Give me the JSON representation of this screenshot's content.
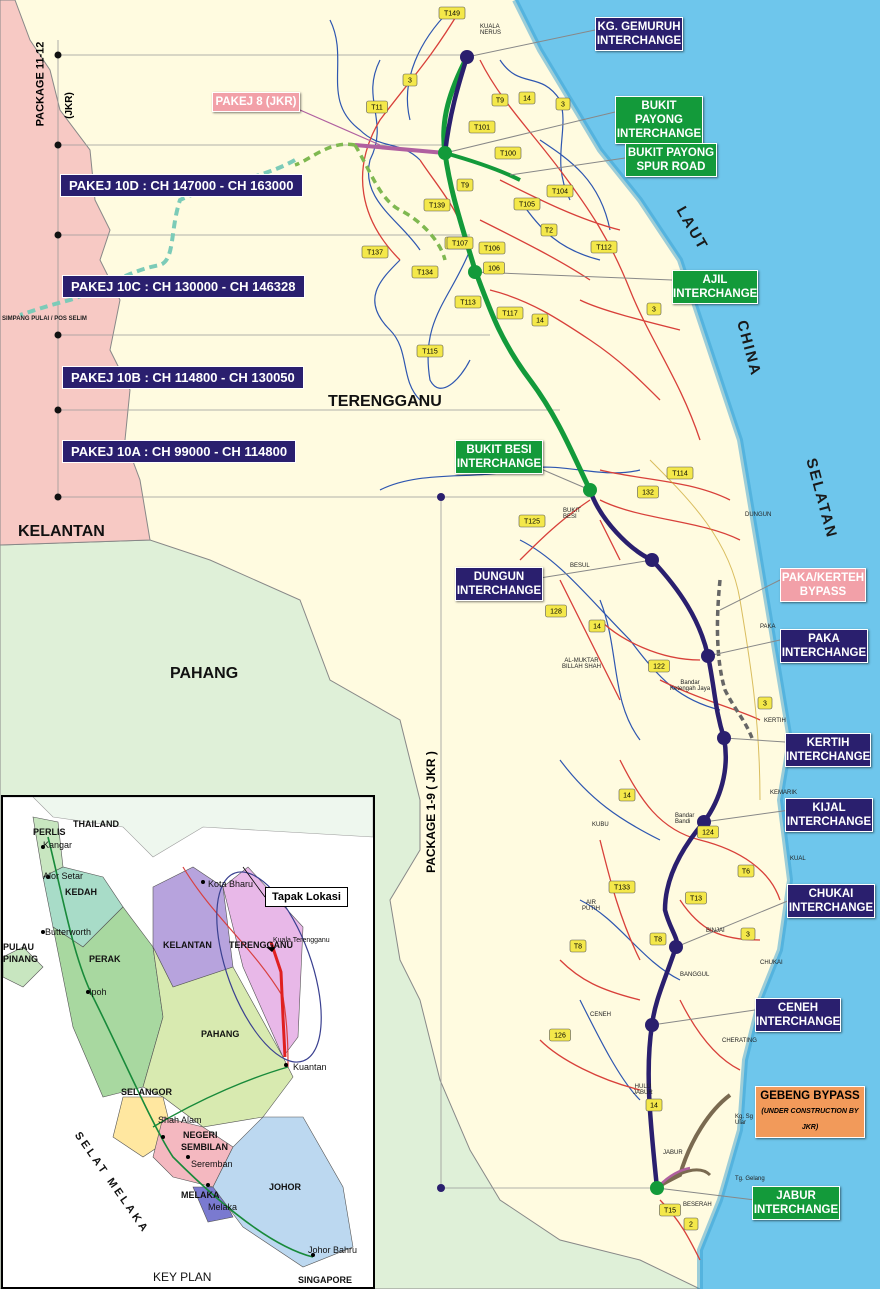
{
  "regions": {
    "kelantan": "KELANTAN",
    "pahang": "PAHANG",
    "terengganu": "TERENGGANU"
  },
  "sea": {
    "laut": "LAUT",
    "china": "CHINA",
    "selatan": "SELATAN"
  },
  "packages": {
    "p10d": "PAKEJ 10D : CH 147000 - CH 163000",
    "p10c": "PAKEJ 10C : CH 130000 - CH 146328",
    "p10b": "PAKEJ 10B : CH 114800 - CH 130050",
    "p10a": "PAKEJ 10A : CH 99000 - CH 114800",
    "package_11_12": "PACKAGE 11-12",
    "jkr_vertical": "(JKR)",
    "package_1_9": "PACKAGE 1-9 ( JKR )",
    "pakej8": "PAKEJ 8 (JKR)"
  },
  "interchanges": {
    "gemuruh": "KG. GEMURUH\nINTERCHANGE",
    "payong": "BUKIT PAYONG\nINTERCHANGE",
    "payong_spur": "BUKIT PAYONG\nSPUR ROAD",
    "ajil": "AJIL\nINTERCHANGE",
    "besi": "BUKIT BESI\nINTERCHANGE",
    "dungun": "DUNGUN\nINTERCHANGE",
    "paka_bypass": "PAKA/KERTEH\nBYPASS",
    "paka": "PAKA\nINTERCHANGE",
    "kertih": "KERTIH\nINTERCHANGE",
    "kijal": "KIJAL\nINTERCHANGE",
    "chukai": "CHUKAI\nINTERCHANGE",
    "ceneh": "CENEH\nINTERCHANGE",
    "gebeng": "GEBENG BYPASS",
    "gebeng_note": "(UNDER CONSTRUCTION BY JKR)",
    "jabur": "JABUR\nINTERCHANGE"
  },
  "places": {
    "simpang": "SIMPANG PULAI / POS SELIM",
    "kuala_nerus": "KUALA\nNERUS",
    "bukit_besi": "BUKIT\nBESI",
    "dungun": "DUNGUN",
    "besul": "BESUL",
    "paka": "PAKA",
    "almuktar": "AL-MUKTAR\nBILLAH SHAH",
    "ketengah": "Bandar\nKetengah Jaya",
    "kertih": "KERTIH",
    "kemarik": "KEMARIK",
    "kijal_town": "Bandar\nBandi",
    "kubu": "KUBU",
    "kual": "KUAL",
    "air_putih": "AIR\nPUTIH",
    "binjai": "BINJAI",
    "chukai_town": "CHUKAI",
    "banggul": "BANGGUL",
    "ceneh": "CENEH",
    "cherating": "CHERATING",
    "hulu_jabur": "HULU\nJABUR",
    "jabur": "JABUR",
    "sg_ular": "Kg. Sg\nUlar",
    "tg_gelang": "Tg. Gelang",
    "beserah": "BESERAH"
  },
  "roads": [
    "T149",
    "3",
    "T11",
    "T9",
    "14",
    "3",
    "T101",
    "T100",
    "T9",
    "T104",
    "T105",
    "T139",
    "T107",
    "T2",
    "T112",
    "T137",
    "T107",
    "T106",
    "T134",
    "106",
    "T113",
    "T117",
    "14",
    "3",
    "T115",
    "T114",
    "132",
    "T125",
    "128",
    "14",
    "122",
    "3",
    "14",
    "124",
    "T6",
    "T133",
    "T13",
    "T8",
    "T8",
    "3",
    "126",
    "14",
    "T15",
    "2"
  ],
  "keyplan": {
    "title": "KEY PLAN",
    "tapak": "Tapak Lokasi",
    "thailand": "THAILAND",
    "perlis": "PERLIS",
    "kangar": "Kangar",
    "alor_setar": "Alor Setar",
    "kedah": "KEDAH",
    "pulau": "PULAU",
    "pinang": "PINANG",
    "butterworth": "Butterworth",
    "perak": "PERAK",
    "ipoh": "Ipoh",
    "kelantan": "KELANTAN",
    "kota_bharu": "Kota Bharu",
    "terengganu": "TERENGGANU",
    "kuala_terengganu": "Kuala Terengganu",
    "pahang": "PAHANG",
    "kuantan": "Kuantan",
    "selangor": "SELANGOR",
    "shah_alam": "Shah Alam",
    "negeri": "NEGERI",
    "sembilan": "SEMBILAN",
    "seremban": "Seremban",
    "melaka": "MELAKA",
    "melaka_city": "Melaka",
    "johor": "JOHOR",
    "johor_bahru": "Johor Bahru",
    "singapore": "SINGAPORE",
    "selat": "SELAT MELAKA"
  },
  "colors": {
    "land": "#fffbe0",
    "kelantan": "#f7c9c4",
    "pahang": "#dff0d8",
    "sea": "#6ec6ec",
    "navy_route": "#2a1f6e",
    "green_route": "#139a3a"
  }
}
